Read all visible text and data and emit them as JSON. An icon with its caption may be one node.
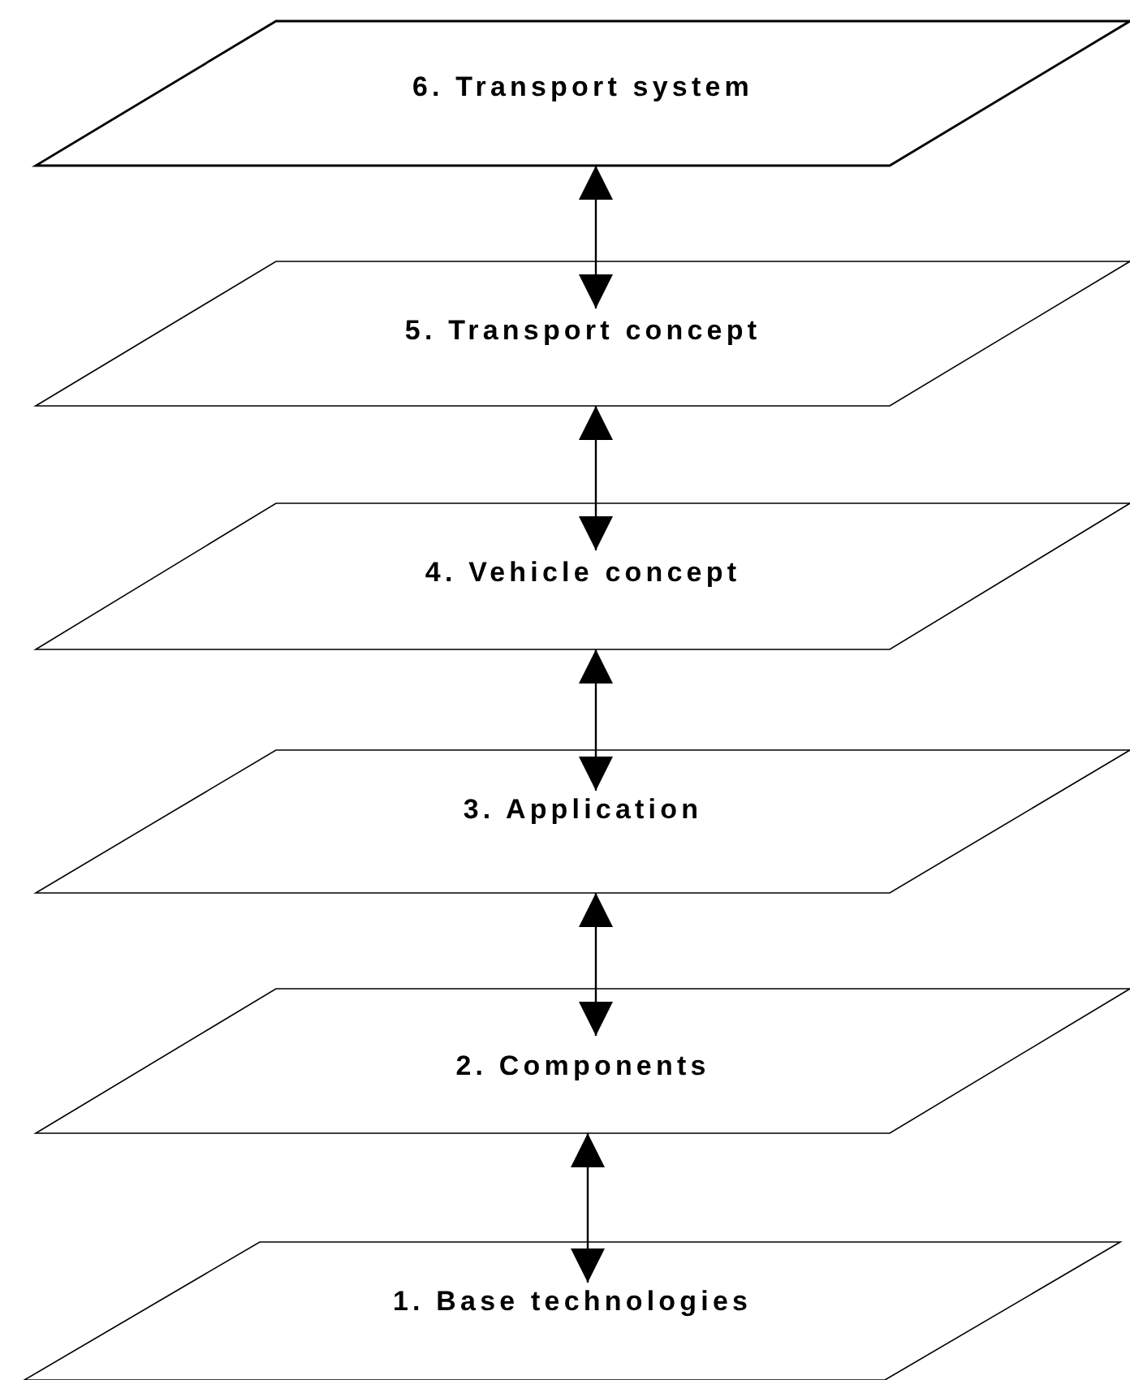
{
  "diagram": {
    "nodes": [
      {
        "text": [
          "6. Transport system"
        ]
      },
      {
        "text": [
          "5. Transport concept"
        ]
      },
      {
        "text": [
          "4. Vehicle concept"
        ]
      },
      {
        "text": [
          "3. Application"
        ]
      },
      {
        "text": [
          "2. Components"
        ]
      },
      {
        "text": [
          "1. Base technologies"
        ]
      }
    ],
    "edges": [
      {
        "from": 0,
        "to": 1,
        "arrow": "both"
      },
      {
        "from": 1,
        "to": 2,
        "arrow": "both"
      },
      {
        "from": 2,
        "to": 3,
        "arrow": "both"
      },
      {
        "from": 3,
        "to": 4,
        "arrow": "both"
      },
      {
        "from": 4,
        "to": 5,
        "arrow": "both"
      }
    ]
  }
}
